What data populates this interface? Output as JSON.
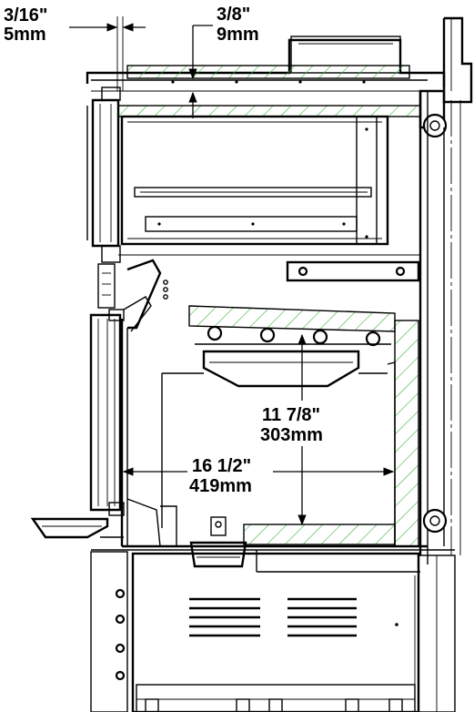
{
  "dimensions": {
    "gap_side": {
      "imperial": "3/16\"",
      "metric": "5mm"
    },
    "gap_top": {
      "imperial": "3/8\"",
      "metric": "9mm"
    },
    "firebox_height": {
      "imperial": "11 7/8\"",
      "metric": "303mm"
    },
    "firebox_width": {
      "imperial": "16 1/2\"",
      "metric": "419mm"
    }
  },
  "colors": {
    "line": "#000000",
    "hatch": "#3cb43c",
    "background": "#ffffff"
  }
}
